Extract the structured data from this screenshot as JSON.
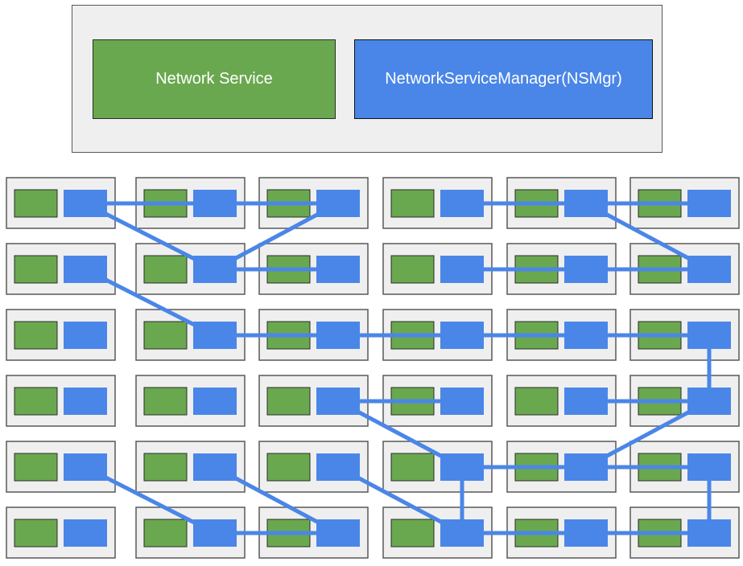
{
  "legend": {
    "network_service_label": "Network Service",
    "nsm_label": "NetworkServiceManager(NSMgr)"
  },
  "colors": {
    "network_service": "#6aa84f",
    "nsm": "#4a86e8",
    "node_background": "#efefef",
    "node_border": "#595959",
    "link": "#4a86e8"
  },
  "grid": {
    "rows": 6,
    "columns": 6
  },
  "links": [
    [
      [
        0,
        0
      ],
      [
        1,
        0
      ]
    ],
    [
      [
        1,
        0
      ],
      [
        2,
        0
      ]
    ],
    [
      [
        0,
        0
      ],
      [
        1,
        1
      ]
    ],
    [
      [
        1,
        1
      ],
      [
        2,
        0
      ]
    ],
    [
      [
        1,
        1
      ],
      [
        2,
        1
      ]
    ],
    [
      [
        3,
        0
      ],
      [
        4,
        0
      ]
    ],
    [
      [
        4,
        0
      ],
      [
        5,
        0
      ]
    ],
    [
      [
        3,
        1
      ],
      [
        4,
        1
      ]
    ],
    [
      [
        4,
        1
      ],
      [
        5,
        1
      ]
    ],
    [
      [
        0,
        1
      ],
      [
        1,
        2
      ]
    ],
    [
      [
        1,
        2
      ],
      [
        2,
        2
      ]
    ],
    [
      [
        2,
        2
      ],
      [
        3,
        2
      ]
    ],
    [
      [
        2,
        3
      ],
      [
        3,
        3
      ]
    ],
    [
      [
        3,
        2
      ],
      [
        4,
        2
      ]
    ],
    [
      [
        4,
        3
      ],
      [
        5,
        3
      ]
    ],
    [
      [
        3,
        4
      ],
      [
        4,
        4
      ]
    ],
    [
      [
        4,
        4
      ],
      [
        5,
        4
      ]
    ],
    [
      [
        2,
        3
      ],
      [
        3,
        4
      ]
    ],
    [
      [
        0,
        4
      ],
      [
        1,
        5
      ]
    ],
    [
      [
        1,
        5
      ],
      [
        2,
        5
      ]
    ],
    [
      [
        2,
        4
      ],
      [
        3,
        5
      ]
    ],
    [
      [
        3,
        5
      ],
      [
        4,
        5
      ]
    ],
    [
      [
        1,
        4
      ],
      [
        2,
        5
      ]
    ],
    [
      [
        4,
        0
      ],
      [
        5,
        1
      ]
    ],
    [
      [
        4,
        2
      ],
      [
        5,
        2
      ]
    ],
    [
      [
        5,
        2
      ],
      [
        5,
        3
      ]
    ],
    [
      [
        3,
        4
      ],
      [
        3,
        5
      ]
    ],
    [
      [
        4,
        4
      ],
      [
        5,
        3
      ]
    ],
    [
      [
        5,
        4
      ],
      [
        5,
        5
      ]
    ],
    [
      [
        4,
        5
      ],
      [
        5,
        5
      ]
    ]
  ]
}
